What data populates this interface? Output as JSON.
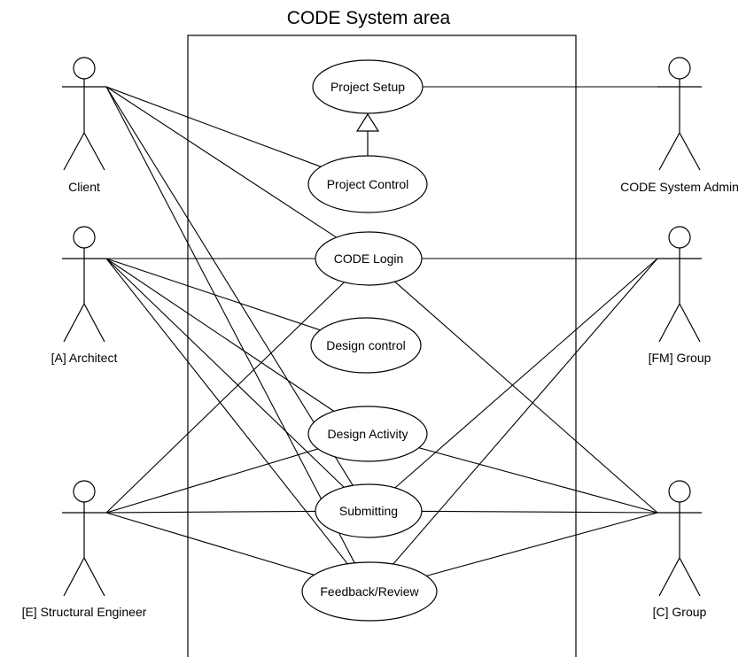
{
  "title": "CODE System area",
  "use_cases": {
    "project_setup": "Project Setup",
    "project_control": "Project Control",
    "code_login": "CODE Login",
    "design_control": "Design control",
    "design_activity": "Design Activity",
    "submitting": "Submitting",
    "feedback_review": "Feedback/Review"
  },
  "actors": {
    "client": "Client",
    "architect": "[A] Architect",
    "structural_engineer": "[E] Structural Engineer",
    "system_admin": "CODE System Admin",
    "fm_group": "[FM] Group",
    "c_group": "[C] Group"
  },
  "associations": [
    [
      "client",
      "project_control"
    ],
    [
      "client",
      "code_login"
    ],
    [
      "client",
      "submitting"
    ],
    [
      "client",
      "feedback_review"
    ],
    [
      "architect",
      "code_login"
    ],
    [
      "architect",
      "design_control"
    ],
    [
      "architect",
      "design_activity"
    ],
    [
      "architect",
      "submitting"
    ],
    [
      "architect",
      "feedback_review"
    ],
    [
      "structural_engineer",
      "code_login"
    ],
    [
      "structural_engineer",
      "design_activity"
    ],
    [
      "structural_engineer",
      "submitting"
    ],
    [
      "structural_engineer",
      "feedback_review"
    ],
    [
      "system_admin",
      "project_setup"
    ],
    [
      "fm_group",
      "code_login"
    ],
    [
      "fm_group",
      "submitting"
    ],
    [
      "fm_group",
      "feedback_review"
    ],
    [
      "c_group",
      "code_login"
    ],
    [
      "c_group",
      "design_activity"
    ],
    [
      "c_group",
      "submitting"
    ],
    [
      "c_group",
      "feedback_review"
    ]
  ],
  "generalizations": [
    [
      "project_control",
      "project_setup"
    ]
  ]
}
